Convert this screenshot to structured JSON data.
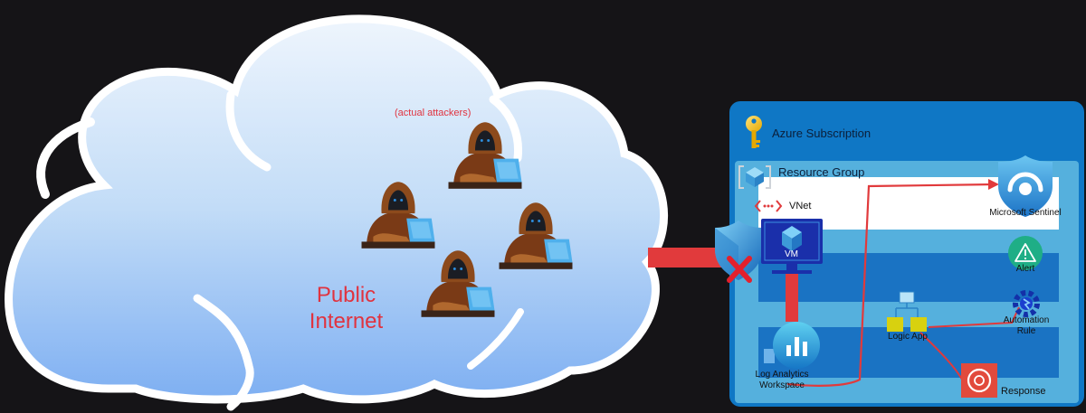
{
  "cloud": {
    "title_line1": "Public",
    "title_line2": "Internet",
    "attackers_note": "(actual attackers)",
    "attacker_count": 4
  },
  "azure": {
    "subscription_label": "Azure Subscription",
    "resource_group_label": "Resource Group",
    "vnet_label": "VNet",
    "vm_label": "VM",
    "sentinel_label": "Microsoft Sentinel",
    "alert_label": "Alert",
    "automation_label_line1": "Automation",
    "automation_label_line2": "Rule",
    "logic_app_label": "Logic App",
    "law_label_line1": "Log Analytics",
    "law_label_line2": "Workspace",
    "response_label": "Response"
  },
  "colors": {
    "background": "#151417",
    "cloud_top": "#e9f3fc",
    "cloud_bottom": "#7fb1f2",
    "cloud_outline": "#ffffff",
    "cloud_text": "#e0333f",
    "azure_blue": "#0f77c5",
    "light_blue": "#4fb3e1",
    "band_blue": "#1a73c3",
    "connector_red": "#e13a3c",
    "alert_green": "#1fae86",
    "logic_yellow": "#d8d10f"
  },
  "icons": [
    "key-icon",
    "resource-group-icon",
    "vnet-icon",
    "shield-icon",
    "vm-icon",
    "sentinel-icon",
    "alert-icon",
    "automation-gear-icon",
    "logic-app-icon",
    "log-analytics-icon",
    "response-icon",
    "attacker-icon"
  ]
}
